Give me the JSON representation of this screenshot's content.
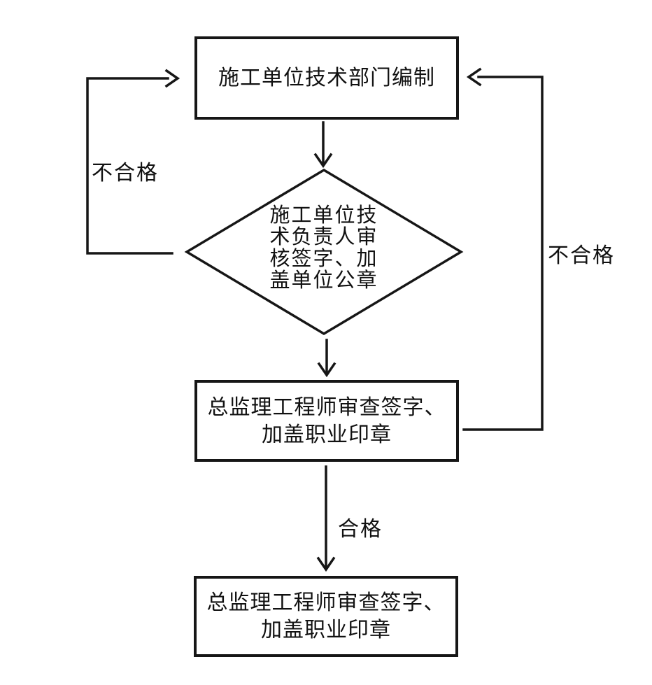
{
  "diagram": {
    "colors": {
      "background": "#ffffff",
      "line": "#161616",
      "text": "#111111"
    },
    "nodes": {
      "compile": {
        "type": "process",
        "text": "施工单位技术部门编制"
      },
      "review": {
        "type": "decision",
        "lines": [
          "施工单位技",
          "术负责人审",
          "核签字、加",
          "盖单位公章"
        ]
      },
      "chief_review": {
        "type": "process",
        "lines": [
          "总监理工程师审查签字、",
          "加盖职业印章"
        ]
      },
      "final_review": {
        "type": "process",
        "lines": [
          "总监理工程师审查签字、",
          "加盖职业印章"
        ]
      }
    },
    "edges": {
      "fail_left": "不合格",
      "fail_right": "不合格",
      "pass": "合格"
    }
  }
}
